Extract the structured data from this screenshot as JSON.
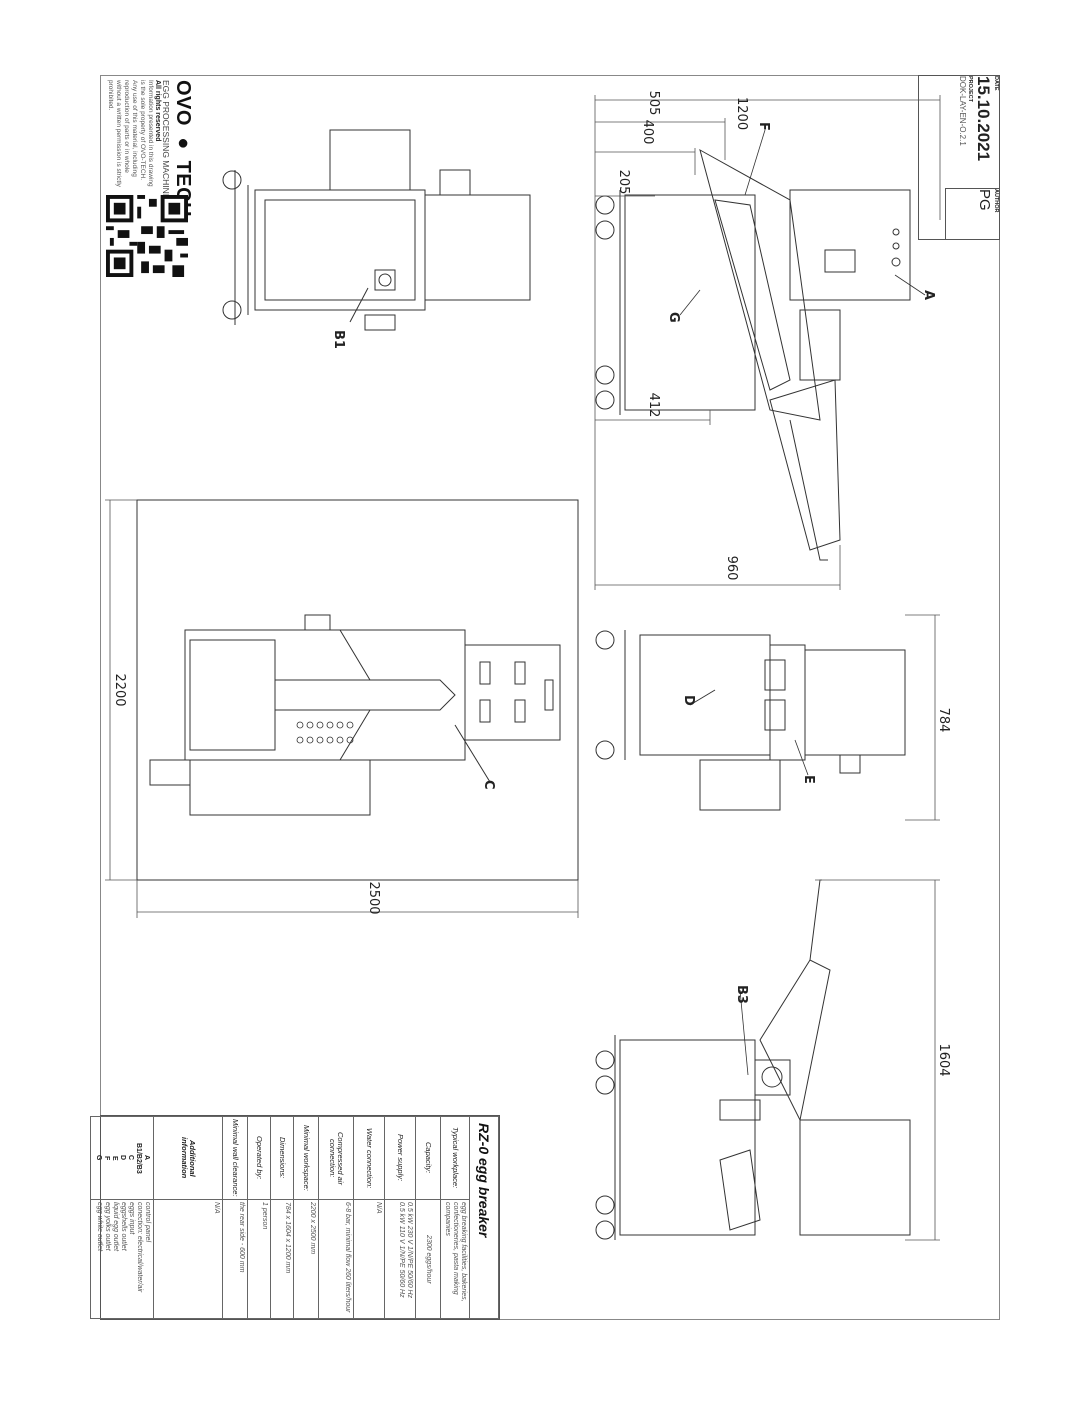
{
  "logo": {
    "brand_left": "OVO",
    "brand_right": "TECH",
    "tagline": "EGG PROCESSING MACHINES",
    "rights": "All rights reserved",
    "notice": "Information presented in this drawing is the sole property of OVO-TECH. Any use of this material, including reproduction of parts or in whole without a written permission is strictly prohibited."
  },
  "title_block": {
    "date_label": "DATE",
    "date": "15.10.2021",
    "project_label": "PROJECT",
    "project": "DOK-LAY-EN-O.2.1",
    "author_label": "AUTHOR",
    "author": "PG"
  },
  "dimensions": {
    "d1200": "1200",
    "d505": "505",
    "d400": "400",
    "d205": "205",
    "d412": "412",
    "d960": "960",
    "d784": "784",
    "d1604": "1604",
    "d2200": "2200",
    "d2500": "2500"
  },
  "callouts": {
    "A": "A",
    "B1": "B1",
    "B3": "B3",
    "C": "C",
    "D": "D",
    "E": "E",
    "F": "F",
    "G": "G"
  },
  "spec": {
    "title": "RZ-0 egg breaker",
    "rows": [
      {
        "label": "Typical workplace:",
        "value": "egg breaking facilities, bakeries, confectioneries, pasta making companies"
      },
      {
        "label": "Capacity:",
        "value": "2300 eggs/hour"
      },
      {
        "label": "Power supply:",
        "value": "0.5 kW 230 V 1/N/PE 50/60 Hz\n0.5 kW 110 V 1/N/PE 50/60 Hz"
      },
      {
        "label": "Water connection:",
        "value": "N/A"
      },
      {
        "label": "Compressed air connection:",
        "value": "6-8 bar, minimal flow 260 liters/hour"
      },
      {
        "label": "Minimal workspace:",
        "value": "2200 x 2500 mm"
      },
      {
        "label": "Dimensions:",
        "value": "784 x 1604 x 1200 mm"
      },
      {
        "label": "Operated by:",
        "value": "1 person"
      },
      {
        "label": "Minimal wall clearance:",
        "value": "the rear side - 600 mm"
      },
      {
        "label": "Additional information",
        "value": "N/A"
      }
    ],
    "legend_keys": "A\nB1/B2/B3\nC\nD\nE\nF\nG",
    "legend_values": "control panel\nconection: electrical/water/air\neggs input\neggshells outlet\nliquid egg outlet\negg yolks outlet\negg white outlet"
  }
}
